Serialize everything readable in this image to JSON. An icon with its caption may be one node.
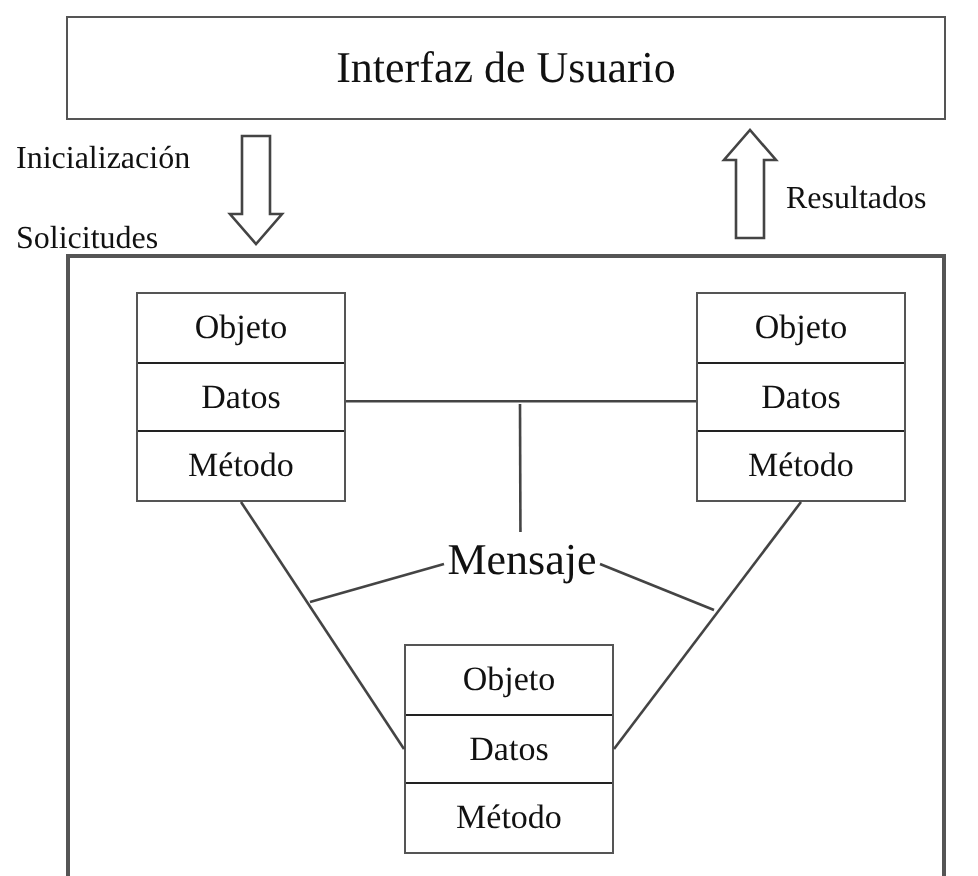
{
  "diagram": {
    "nodes": [
      {
        "text": [
          "Interfaz de Usuario"
        ]
      },
      {
        "text": [],
        "shape": "box"
      },
      {
        "text": [
          "Objeto",
          "Datos",
          "Método"
        ],
        "in": 1
      },
      {
        "text": [
          "Objeto",
          "Datos",
          "Método"
        ],
        "in": 1
      },
      {
        "text": [
          "Objeto",
          "Datos",
          "Método"
        ],
        "in": 1
      },
      {
        "text": [
          "Mensaje"
        ],
        "in": 1
      }
    ],
    "edges": [
      {
        "from": 0,
        "to": 1,
        "arrow": "to",
        "label": "Inicialización Solicitudes"
      },
      {
        "from": 1,
        "to": 0,
        "arrow": "to",
        "label": "Resultados"
      },
      {
        "from": 2,
        "to": 3,
        "arrow": "none"
      },
      {
        "from": 2,
        "to": 4,
        "arrow": "none"
      },
      {
        "from": 3,
        "to": 4,
        "arrow": "none"
      },
      {
        "from": 5,
        "to": null,
        "arrow": "none"
      },
      {
        "from": 5,
        "to": null,
        "arrow": "none"
      },
      {
        "from": 5,
        "to": null,
        "arrow": "none"
      }
    ]
  }
}
